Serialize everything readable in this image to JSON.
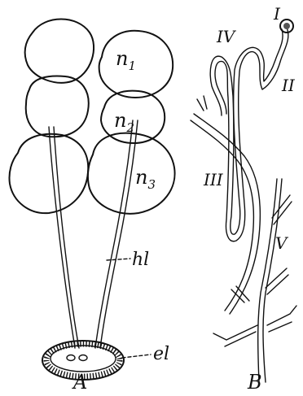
{
  "figure": {
    "panels": [
      {
        "label": "A",
        "labels": {
          "n1": "n",
          "n1_sub": "1",
          "n2": "n",
          "n2_sub": "2",
          "n3": "n",
          "n3_sub": "3",
          "hl": "hl",
          "el": "el"
        }
      },
      {
        "label": "B",
        "labels": {
          "I": "I",
          "II": "II",
          "III": "III",
          "IV": "IV",
          "V": "V"
        }
      }
    ]
  }
}
